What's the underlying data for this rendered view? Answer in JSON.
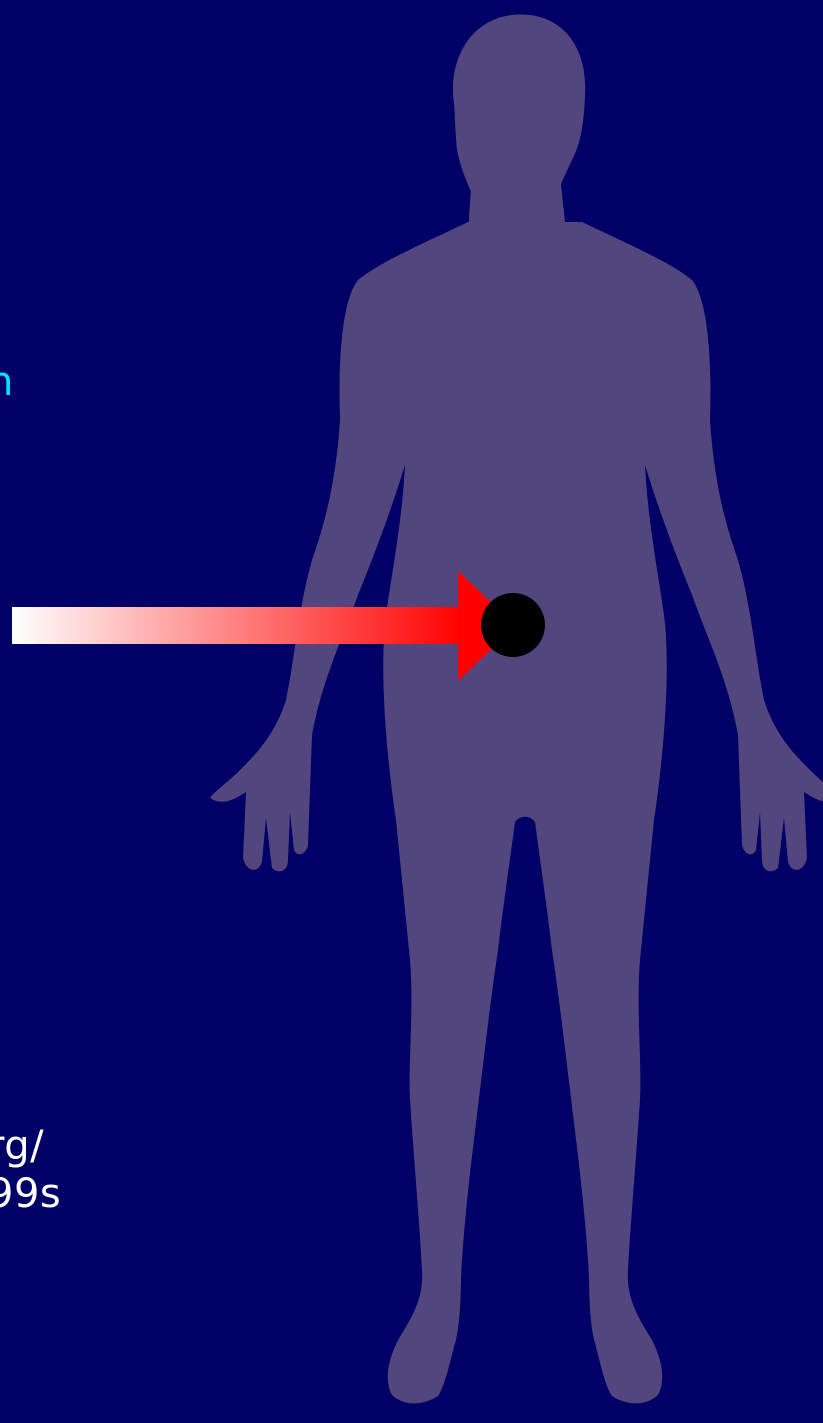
{
  "diagram": {
    "heading_fragment": "n",
    "source_line_1_fragment": "rg/",
    "source_line_2_fragment": "99s",
    "marker_label": "",
    "colors": {
      "background": "#000066",
      "silhouette": "#53467f",
      "heading_text": "#00e5ff",
      "body_text": "#ffffff",
      "arrow_start": "#ffffff",
      "arrow_end": "#ff0000",
      "marker": "#000000"
    },
    "icons": {
      "figure": "human-silhouette-icon",
      "pointer": "arrow-right-icon",
      "target": "target-dot-icon"
    }
  }
}
